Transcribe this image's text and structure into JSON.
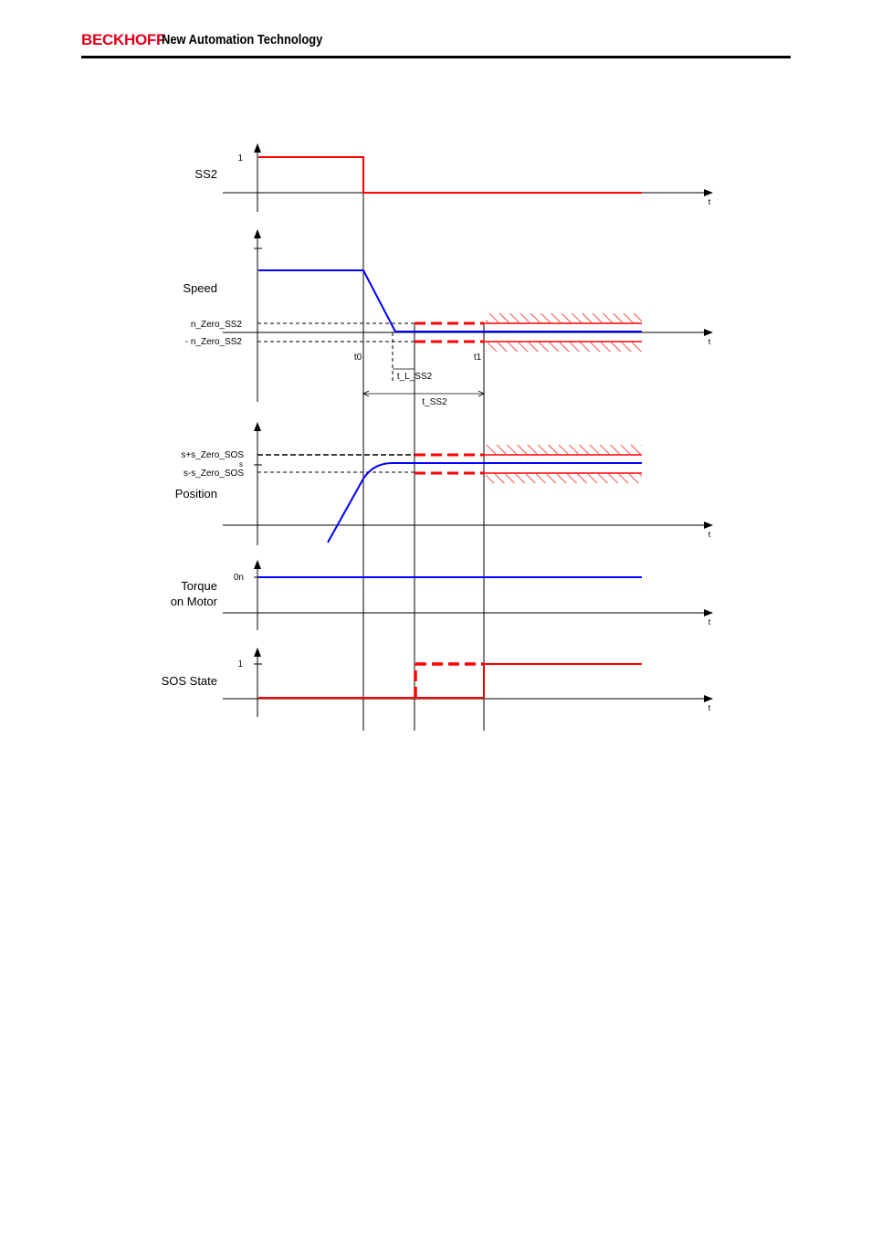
{
  "header": {
    "brand": "BECKHOFF",
    "tagline": "New Automation Technology"
  },
  "colors": {
    "signal_red": "#ff0000",
    "signal_blue": "#0000ff",
    "axis": "#000000"
  },
  "diagram": {
    "ss2": {
      "label": "SS2",
      "tick_one": "1",
      "axis_t": "t"
    },
    "speed": {
      "label": "Speed",
      "upper_limit": "n_Zero_SS2",
      "lower_limit": "- n_Zero_SS2",
      "t0": "t0",
      "t1": "t1",
      "t_l_ss2": "t_L_SS2",
      "t_ss2": "t_SS2",
      "axis_t": "t"
    },
    "position": {
      "label": "Position",
      "upper_limit": "s+s_Zero_SOS",
      "lower_limit": "s-s_Zero_SOS",
      "s_mark": "s",
      "axis_t": "t"
    },
    "torque": {
      "label_line1": "Torque",
      "label_line2": "on Motor",
      "on_label": "0n",
      "axis_t": "t"
    },
    "sos_state": {
      "label": "SOS State",
      "tick_one": "1",
      "axis_t": "t"
    }
  }
}
